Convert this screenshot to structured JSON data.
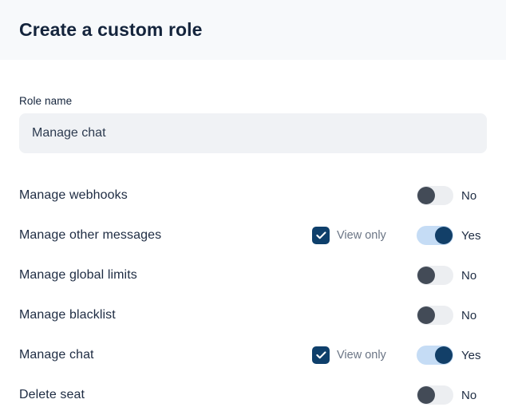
{
  "header": {
    "title": "Create a custom role"
  },
  "form": {
    "role_name": {
      "label": "Role name",
      "value": "Manage chat",
      "placeholder": "Role name"
    }
  },
  "labels": {
    "view_only": "View only",
    "yes": "Yes",
    "no": "No"
  },
  "colors": {
    "header_bg": "#f7f9fb",
    "input_bg": "#f0f2f5",
    "text_primary": "#1d2b42",
    "text_muted": "#6b7585",
    "accent_navy": "#0e3f6b",
    "toggle_on_track": "#c5dcf5",
    "toggle_off_track": "#eceef1",
    "toggle_off_knob": "#434b57"
  },
  "permissions": [
    {
      "name": "Manage webhooks",
      "has_view_only": false,
      "view_only_checked": false,
      "view_only_label": "View only",
      "enabled": false,
      "state_label": "No"
    },
    {
      "name": "Manage other messages",
      "has_view_only": true,
      "view_only_checked": true,
      "view_only_label": "View only",
      "enabled": true,
      "state_label": "Yes"
    },
    {
      "name": "Manage global limits",
      "has_view_only": false,
      "view_only_checked": false,
      "view_only_label": "View only",
      "enabled": false,
      "state_label": "No"
    },
    {
      "name": "Manage blacklist",
      "has_view_only": false,
      "view_only_checked": false,
      "view_only_label": "View only",
      "enabled": false,
      "state_label": "No"
    },
    {
      "name": "Manage chat",
      "has_view_only": true,
      "view_only_checked": true,
      "view_only_label": "View only",
      "enabled": true,
      "state_label": "Yes"
    },
    {
      "name": "Delete seat",
      "has_view_only": false,
      "view_only_checked": false,
      "view_only_label": "View only",
      "enabled": false,
      "state_label": "No"
    }
  ]
}
